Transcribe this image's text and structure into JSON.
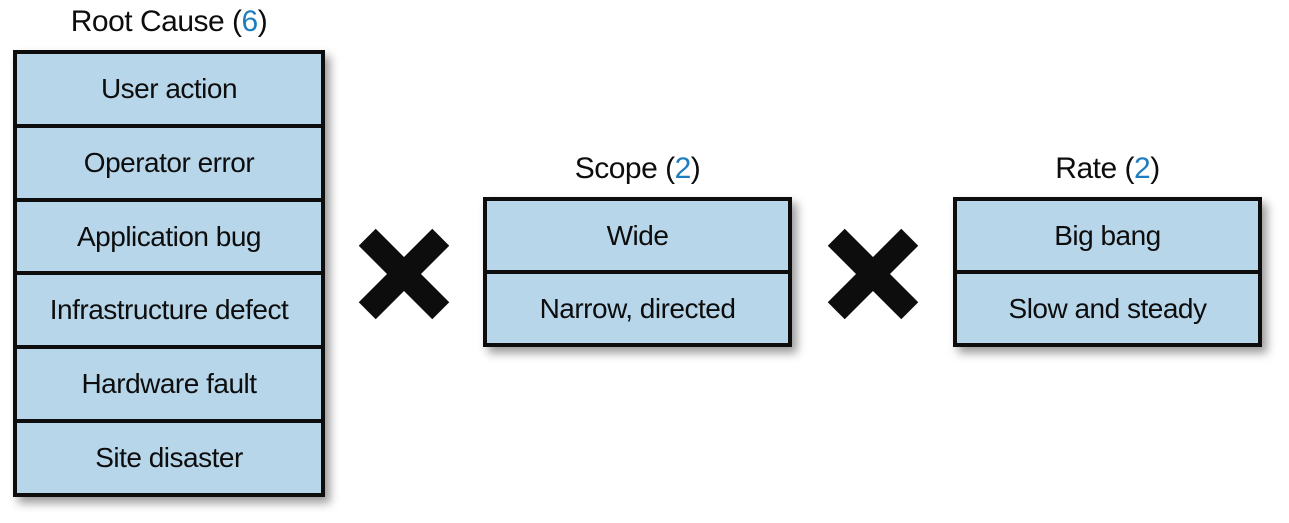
{
  "diagram": {
    "description": "Failure factor matrix diagram: Root Cause x Scope x Rate",
    "punctuation": {
      "open_paren": "(",
      "close_paren": ")"
    },
    "colors": {
      "cell_fill": "#b7d6ea",
      "border": "#0d0d0d",
      "count_accent": "#1d7dbf",
      "background": "#ffffff"
    },
    "operator_icon": "multiply-icon",
    "groups": [
      {
        "title": "Root Cause",
        "count": "6",
        "items": [
          "User action",
          "Operator error",
          "Application bug",
          "Infrastructure defect",
          "Hardware fault",
          "Site disaster"
        ]
      },
      {
        "title": "Scope",
        "count": "2",
        "items": [
          "Wide",
          "Narrow, directed"
        ]
      },
      {
        "title": "Rate",
        "count": "2",
        "items": [
          "Big bang",
          "Slow and steady"
        ]
      }
    ]
  }
}
